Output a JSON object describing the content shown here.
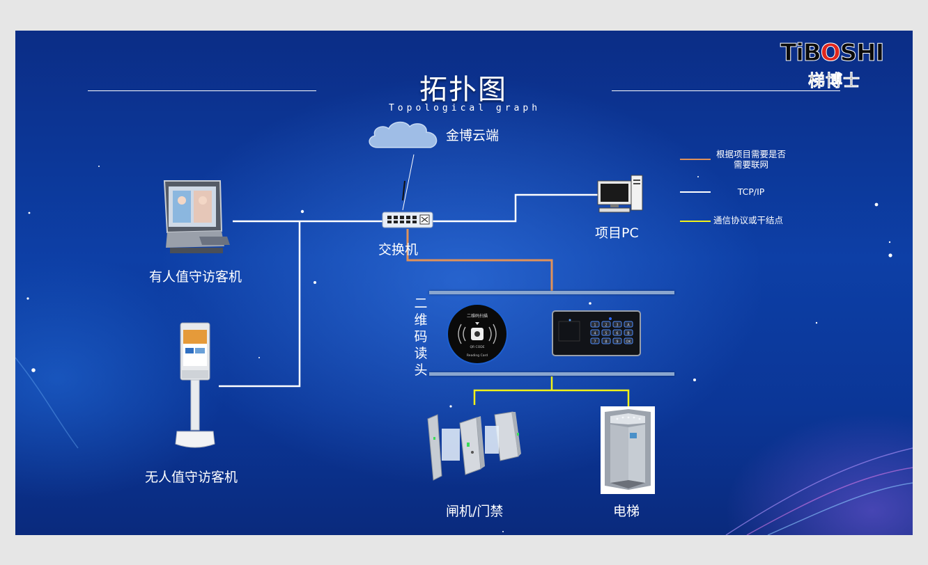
{
  "header": {
    "title": "拓扑图",
    "subtitle": "Topological graph"
  },
  "logo": {
    "main_prefix": "TiB",
    "main_o": "O",
    "main_suffix": "SHI",
    "chinese": "梯博士"
  },
  "nodes": {
    "cloud": "金博云端",
    "switch": "交换机",
    "pc": "项目PC",
    "attended_kiosk": "有人值守访客机",
    "unattended_kiosk": "无人值守访客机",
    "qr_reader": "二维码读头",
    "turnstile": "闸机/门禁",
    "elevator": "电梯"
  },
  "legend": [
    {
      "color": "#e0925a",
      "label": "根据项目需要是否需要联网"
    },
    {
      "color": "#ffffff",
      "label": "TCP/IP"
    },
    {
      "color": "#f2f218",
      "label": "通信协议或干结点"
    }
  ],
  "device_text": {
    "qr_top": "二维码扫描",
    "qr_code": "QR CODE",
    "qr_reading": "Reading Card",
    "keypad_keys": [
      "1",
      "2",
      "3",
      "A",
      "4",
      "5",
      "6",
      "B",
      "7",
      "8",
      "9",
      "OK"
    ]
  },
  "colors": {
    "net_line": "#ffffff",
    "optional_line": "#e0925a",
    "protocol_line": "#f2f218",
    "background": "#0d3fa6"
  }
}
